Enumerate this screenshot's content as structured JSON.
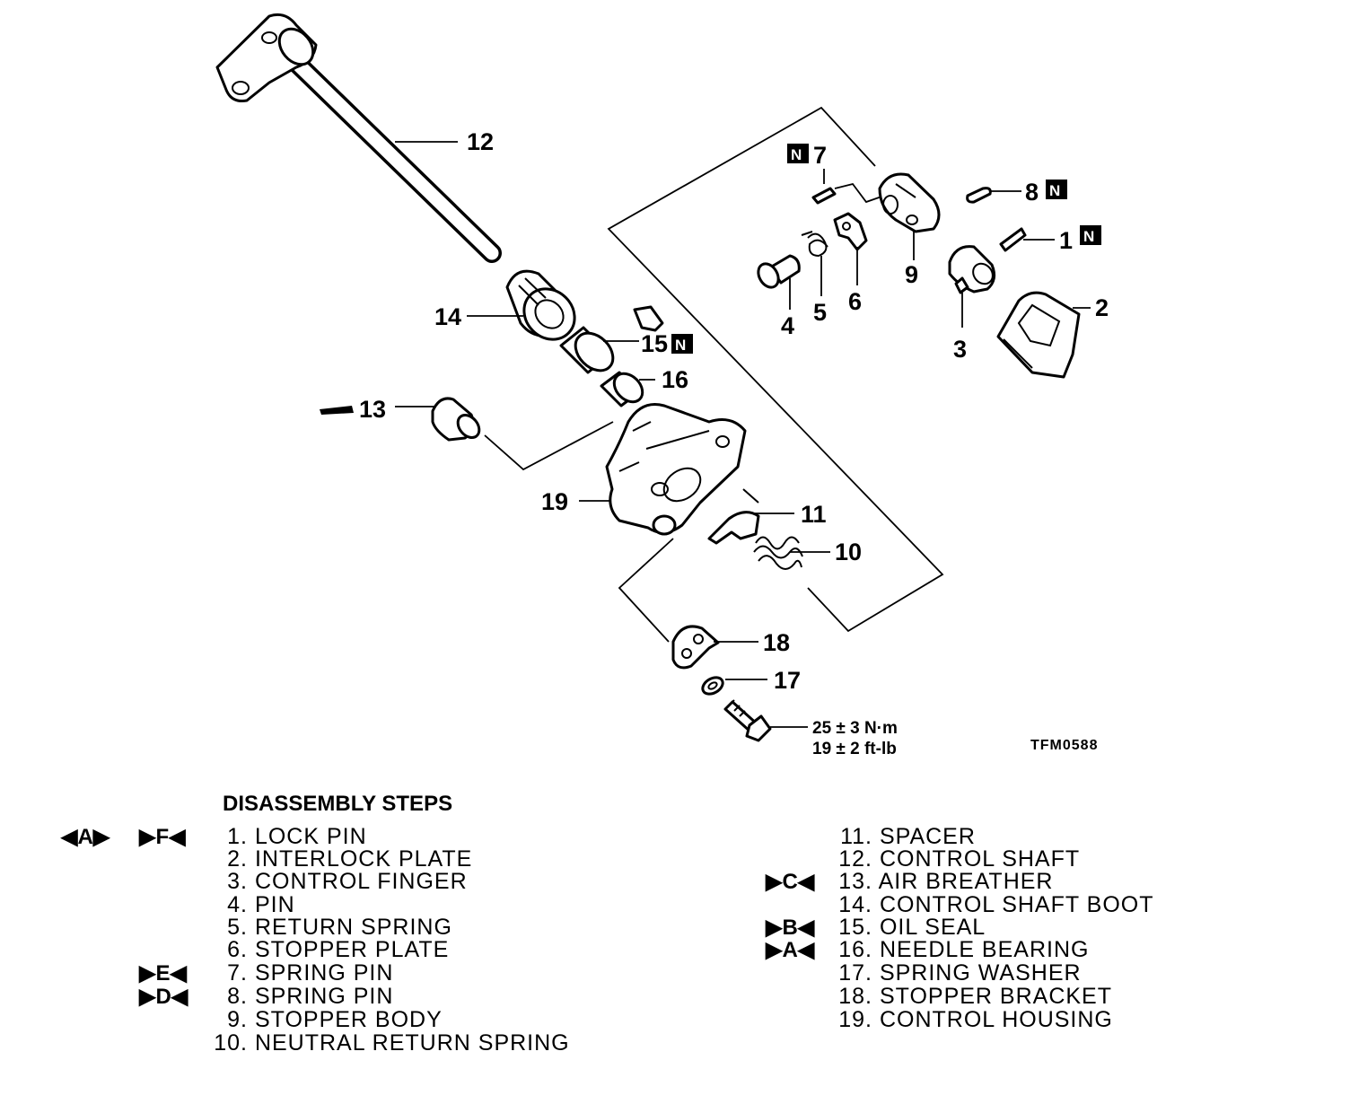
{
  "callouts": {
    "c1": "1",
    "c2": "2",
    "c3": "3",
    "c4": "4",
    "c5": "5",
    "c6": "6",
    "c7": "7",
    "c8": "8",
    "c9": "9",
    "c10": "10",
    "c11": "11",
    "c12": "12",
    "c13": "13",
    "c14": "14",
    "c15": "15",
    "c16": "16",
    "c17": "17",
    "c18": "18",
    "c19": "19"
  },
  "new_part_mark": "N",
  "torque": {
    "nm": "25 ± 3 N·m",
    "ftlb": "19 ± 2 ft-lb"
  },
  "figure_id": "TFM0588",
  "steps_title": "DISASSEMBLY STEPS",
  "steps_left": [
    {
      "num": "1.",
      "label": "LOCK PIN"
    },
    {
      "num": "2.",
      "label": "INTERLOCK PLATE"
    },
    {
      "num": "3.",
      "label": "CONTROL FINGER"
    },
    {
      "num": "4.",
      "label": "PIN"
    },
    {
      "num": "5.",
      "label": "RETURN SPRING"
    },
    {
      "num": "6.",
      "label": "STOPPER PLATE"
    },
    {
      "num": "7.",
      "label": "SPRING PIN"
    },
    {
      "num": "8.",
      "label": "SPRING PIN"
    },
    {
      "num": "9.",
      "label": "STOPPER BODY"
    },
    {
      "num": "10.",
      "label": "NEUTRAL RETURN SPRING"
    }
  ],
  "steps_right": [
    {
      "num": "11.",
      "label": "SPACER"
    },
    {
      "num": "12.",
      "label": "CONTROL SHAFT"
    },
    {
      "num": "13.",
      "label": "AIR BREATHER"
    },
    {
      "num": "14.",
      "label": "CONTROL SHAFT BOOT"
    },
    {
      "num": "15.",
      "label": "OIL SEAL"
    },
    {
      "num": "16.",
      "label": "NEEDLE BEARING"
    },
    {
      "num": "17.",
      "label": "SPRING WASHER"
    },
    {
      "num": "18.",
      "label": "STOPPER BRACKET"
    },
    {
      "num": "19.",
      "label": "CONTROL HOUSING"
    }
  ],
  "markers": {
    "removal_a": "◀A▶",
    "install_f": "▶F◀",
    "install_e": "▶E◀",
    "install_d": "▶D◀",
    "install_c": "▶C◀",
    "install_b": "▶B◀",
    "install_a": "▶A◀"
  }
}
